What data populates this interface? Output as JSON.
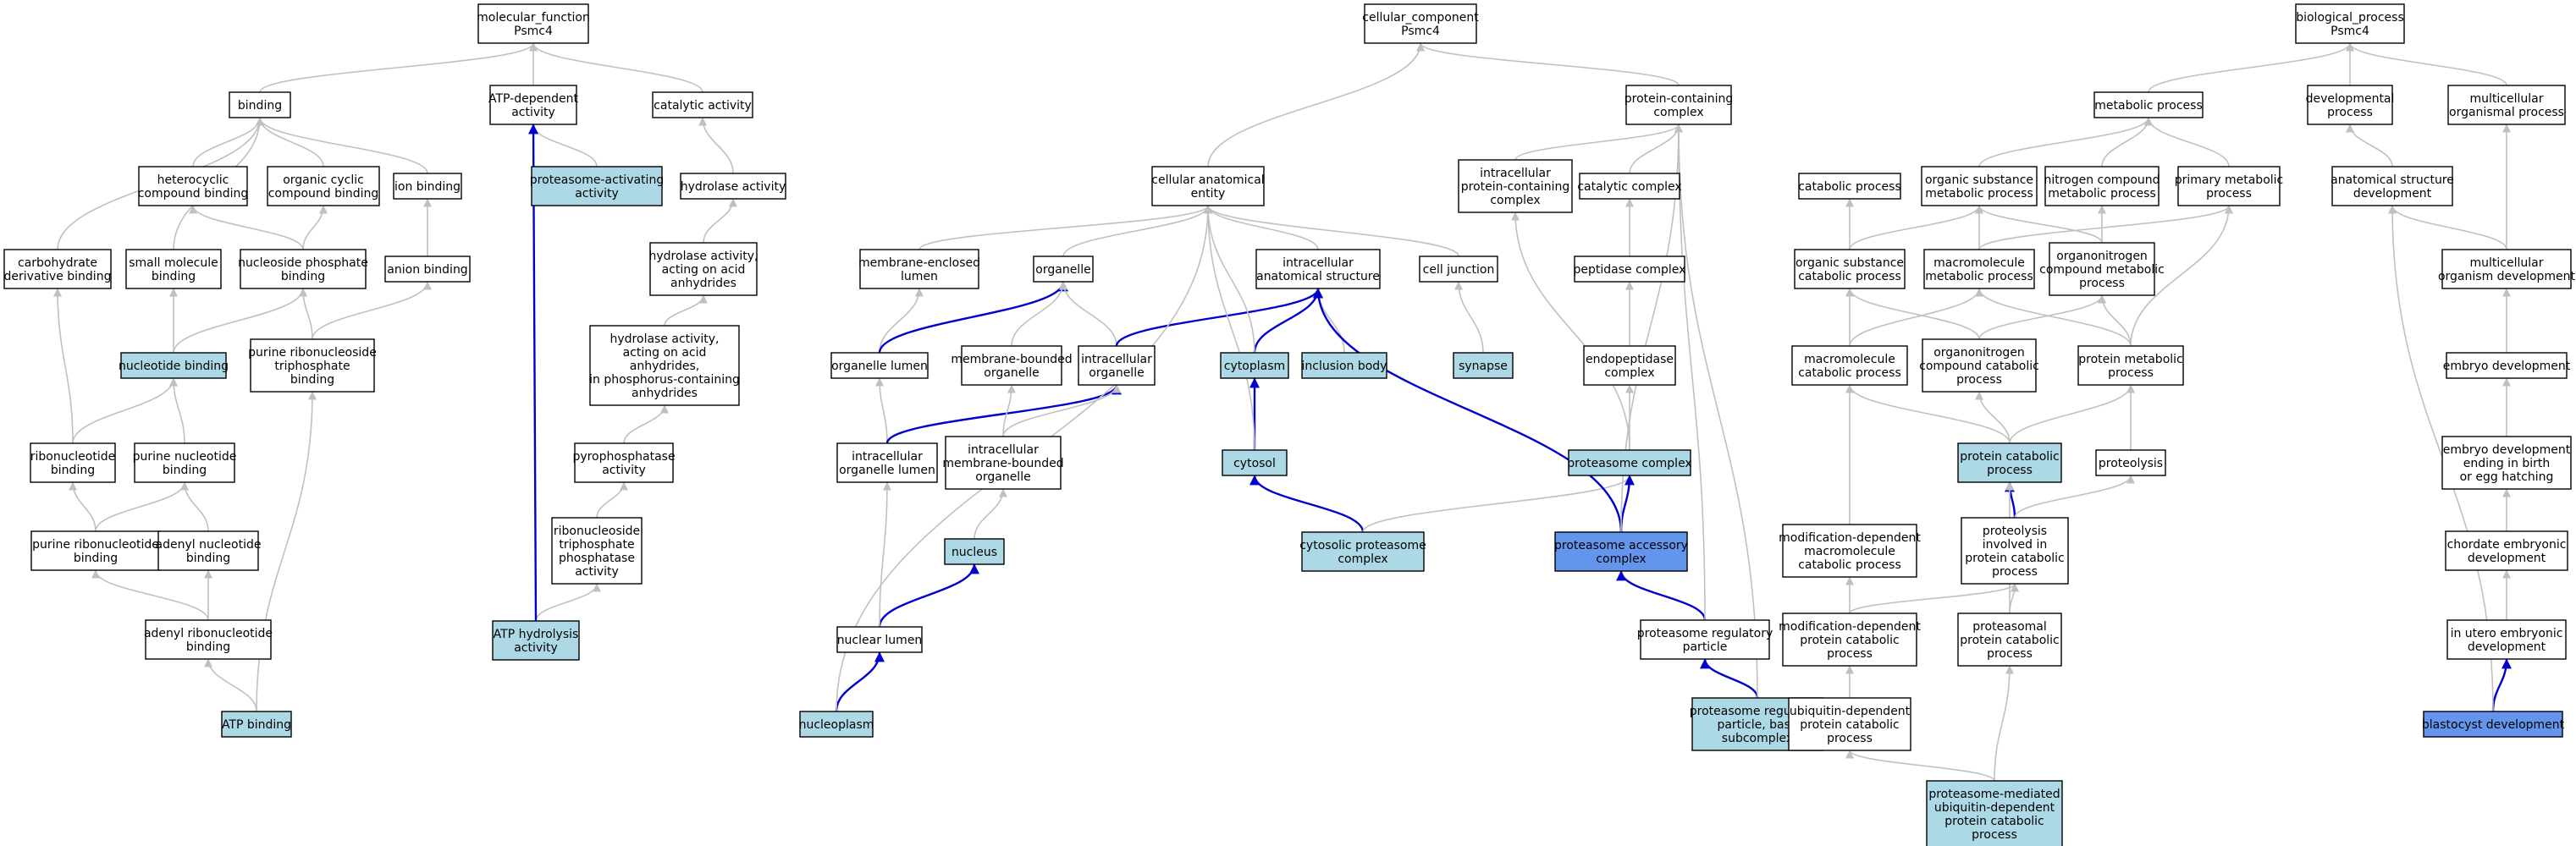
{
  "colors": {
    "plain": "#ffffff",
    "annotated": "#add8e6",
    "highlight": "#6495ed",
    "edge_gray": "#c0c0c0",
    "edge_blue": "#0000cd"
  },
  "nodes": [
    {
      "id": "mf",
      "lines": [
        "molecular_function",
        "Psmc4"
      ],
      "fill": "plain"
    },
    {
      "id": "binding",
      "lines": [
        "binding"
      ],
      "fill": "plain"
    },
    {
      "id": "atpdep",
      "lines": [
        "ATP-dependent",
        "activity"
      ],
      "fill": "plain"
    },
    {
      "id": "catact",
      "lines": [
        "catalytic activity"
      ],
      "fill": "plain"
    },
    {
      "id": "hetcyc",
      "lines": [
        "heterocyclic",
        "compound binding"
      ],
      "fill": "plain"
    },
    {
      "id": "orgcyc",
      "lines": [
        "organic cyclic",
        "compound binding"
      ],
      "fill": "plain"
    },
    {
      "id": "ionbind",
      "lines": [
        "ion binding"
      ],
      "fill": "plain"
    },
    {
      "id": "protact",
      "lines": [
        "proteasome-activating",
        "activity"
      ],
      "fill": "annotated"
    },
    {
      "id": "hydro",
      "lines": [
        "hydrolase activity"
      ],
      "fill": "plain"
    },
    {
      "id": "carbo",
      "lines": [
        "carbohydrate",
        "derivative binding"
      ],
      "fill": "plain"
    },
    {
      "id": "smallmol",
      "lines": [
        "small molecule",
        "binding"
      ],
      "fill": "plain"
    },
    {
      "id": "nucphos",
      "lines": [
        "nucleoside phosphate",
        "binding"
      ],
      "fill": "plain"
    },
    {
      "id": "anion",
      "lines": [
        "anion binding"
      ],
      "fill": "plain"
    },
    {
      "id": "hydroacid",
      "lines": [
        "hydrolase activity,",
        "acting on acid",
        "anhydrides"
      ],
      "fill": "plain"
    },
    {
      "id": "nucbind",
      "lines": [
        "nucleotide binding"
      ],
      "fill": "annotated"
    },
    {
      "id": "purribotri",
      "lines": [
        "purine ribonucleoside",
        "triphosphate",
        "binding"
      ],
      "fill": "plain"
    },
    {
      "id": "hydrophos",
      "lines": [
        "hydrolase activity,",
        "acting on acid",
        "anhydrides,",
        "in phosphorus-containing",
        "anhydrides"
      ],
      "fill": "plain"
    },
    {
      "id": "ribonuc",
      "lines": [
        "ribonucleotide",
        "binding"
      ],
      "fill": "plain"
    },
    {
      "id": "purnuc",
      "lines": [
        "purine nucleotide",
        "binding"
      ],
      "fill": "plain"
    },
    {
      "id": "pyro",
      "lines": [
        "pyrophosphatase",
        "activity"
      ],
      "fill": "plain"
    },
    {
      "id": "purribo",
      "lines": [
        "purine ribonucleotide",
        "binding"
      ],
      "fill": "plain"
    },
    {
      "id": "adenyl",
      "lines": [
        "adenyl nucleotide",
        "binding"
      ],
      "fill": "plain"
    },
    {
      "id": "ribotri",
      "lines": [
        "ribonucleoside",
        "triphosphate",
        "phosphatase",
        "activity"
      ],
      "fill": "plain"
    },
    {
      "id": "adenylribo",
      "lines": [
        "adenyl ribonucleotide",
        "binding"
      ],
      "fill": "plain"
    },
    {
      "id": "atphyd",
      "lines": [
        "ATP hydrolysis",
        "activity"
      ],
      "fill": "annotated"
    },
    {
      "id": "atpbind",
      "lines": [
        "ATP binding"
      ],
      "fill": "annotated"
    },
    {
      "id": "cc",
      "lines": [
        "cellular_component",
        "Psmc4"
      ],
      "fill": "plain"
    },
    {
      "id": "protcont",
      "lines": [
        "protein-containing",
        "complex"
      ],
      "fill": "plain"
    },
    {
      "id": "cellanat",
      "lines": [
        "cellular anatomical",
        "entity"
      ],
      "fill": "plain"
    },
    {
      "id": "intraprot",
      "lines": [
        "intracellular",
        "protein-containing",
        "complex"
      ],
      "fill": "plain"
    },
    {
      "id": "catcomplex",
      "lines": [
        "catalytic complex"
      ],
      "fill": "plain"
    },
    {
      "id": "memencl",
      "lines": [
        "membrane-enclosed",
        "lumen"
      ],
      "fill": "plain"
    },
    {
      "id": "organelle",
      "lines": [
        "organelle"
      ],
      "fill": "plain"
    },
    {
      "id": "intraanat",
      "lines": [
        "intracellular",
        "anatomical structure"
      ],
      "fill": "plain"
    },
    {
      "id": "celljunc",
      "lines": [
        "cell junction"
      ],
      "fill": "plain"
    },
    {
      "id": "pepcomplex",
      "lines": [
        "peptidase complex"
      ],
      "fill": "plain"
    },
    {
      "id": "orglumen",
      "lines": [
        "organelle lumen"
      ],
      "fill": "plain"
    },
    {
      "id": "membound",
      "lines": [
        "membrane-bounded",
        "organelle"
      ],
      "fill": "plain"
    },
    {
      "id": "intraorg",
      "lines": [
        "intracellular",
        "organelle"
      ],
      "fill": "plain"
    },
    {
      "id": "cytoplasm",
      "lines": [
        "cytoplasm"
      ],
      "fill": "annotated"
    },
    {
      "id": "inclusion",
      "lines": [
        "inclusion body"
      ],
      "fill": "annotated"
    },
    {
      "id": "synapse",
      "lines": [
        "synapse"
      ],
      "fill": "annotated"
    },
    {
      "id": "endopep",
      "lines": [
        "endopeptidase",
        "complex"
      ],
      "fill": "plain"
    },
    {
      "id": "intraorglumen",
      "lines": [
        "intracellular",
        "organelle lumen"
      ],
      "fill": "plain"
    },
    {
      "id": "intramem",
      "lines": [
        "intracellular",
        "membrane-bounded",
        "organelle"
      ],
      "fill": "plain"
    },
    {
      "id": "cytosol",
      "lines": [
        "cytosol"
      ],
      "fill": "annotated"
    },
    {
      "id": "protcomplex",
      "lines": [
        "proteasome complex"
      ],
      "fill": "annotated"
    },
    {
      "id": "nucleus",
      "lines": [
        "nucleus"
      ],
      "fill": "annotated"
    },
    {
      "id": "cytoprot",
      "lines": [
        "cytosolic proteasome",
        "complex"
      ],
      "fill": "annotated"
    },
    {
      "id": "protaccess",
      "lines": [
        "proteasome accessory",
        "complex"
      ],
      "fill": "highlight"
    },
    {
      "id": "nuclumen",
      "lines": [
        "nuclear lumen"
      ],
      "fill": "plain"
    },
    {
      "id": "protreg",
      "lines": [
        "proteasome regulatory",
        "particle"
      ],
      "fill": "plain"
    },
    {
      "id": "nucleoplasm",
      "lines": [
        "nucleoplasm"
      ],
      "fill": "annotated"
    },
    {
      "id": "protregbase",
      "lines": [
        "proteasome regulatory",
        "particle, base",
        "subcomplex"
      ],
      "fill": "annotated"
    },
    {
      "id": "bp",
      "lines": [
        "biological_process",
        "Psmc4"
      ],
      "fill": "plain"
    },
    {
      "id": "metab",
      "lines": [
        "metabolic process"
      ],
      "fill": "plain"
    },
    {
      "id": "devproc",
      "lines": [
        "developmental",
        "process"
      ],
      "fill": "plain"
    },
    {
      "id": "multiorg",
      "lines": [
        "multicellular",
        "organismal process"
      ],
      "fill": "plain"
    },
    {
      "id": "catab",
      "lines": [
        "catabolic process"
      ],
      "fill": "plain"
    },
    {
      "id": "orgsubmet",
      "lines": [
        "organic substance",
        "metabolic process"
      ],
      "fill": "plain"
    },
    {
      "id": "nitromet",
      "lines": [
        "nitrogen compound",
        "metabolic process"
      ],
      "fill": "plain"
    },
    {
      "id": "primmet",
      "lines": [
        "primary metabolic",
        "process"
      ],
      "fill": "plain"
    },
    {
      "id": "anatdev",
      "lines": [
        "anatomical structure",
        "development"
      ],
      "fill": "plain"
    },
    {
      "id": "orgsubcat",
      "lines": [
        "organic substance",
        "catabolic process"
      ],
      "fill": "plain"
    },
    {
      "id": "macromet",
      "lines": [
        "macromolecule",
        "metabolic process"
      ],
      "fill": "plain"
    },
    {
      "id": "orgnitromet",
      "lines": [
        "organonitrogen",
        "compound metabolic",
        "process"
      ],
      "fill": "plain"
    },
    {
      "id": "multidev",
      "lines": [
        "multicellular",
        "organism development"
      ],
      "fill": "plain"
    },
    {
      "id": "macrocat",
      "lines": [
        "macromolecule",
        "catabolic process"
      ],
      "fill": "plain"
    },
    {
      "id": "orgnitrocat",
      "lines": [
        "organonitrogen",
        "compound catabolic",
        "process"
      ],
      "fill": "plain"
    },
    {
      "id": "protmet",
      "lines": [
        "protein metabolic",
        "process"
      ],
      "fill": "plain"
    },
    {
      "id": "embdev",
      "lines": [
        "embryo development"
      ],
      "fill": "plain"
    },
    {
      "id": "protcat",
      "lines": [
        "protein catabolic",
        "process"
      ],
      "fill": "annotated"
    },
    {
      "id": "proteolysis",
      "lines": [
        "proteolysis"
      ],
      "fill": "plain"
    },
    {
      "id": "embbirth",
      "lines": [
        "embryo development",
        "ending in birth",
        "or egg hatching"
      ],
      "fill": "plain"
    },
    {
      "id": "moddepmacro",
      "lines": [
        "modification-dependent",
        "macromolecule",
        "catabolic process"
      ],
      "fill": "plain"
    },
    {
      "id": "protinv",
      "lines": [
        "proteolysis",
        "involved in",
        "protein catabolic",
        "process"
      ],
      "fill": "plain"
    },
    {
      "id": "chordate",
      "lines": [
        "chordate embryonic",
        "development"
      ],
      "fill": "plain"
    },
    {
      "id": "moddepprot",
      "lines": [
        "modification-dependent",
        "protein catabolic",
        "process"
      ],
      "fill": "plain"
    },
    {
      "id": "proteasomal",
      "lines": [
        "proteasomal",
        "protein catabolic",
        "process"
      ],
      "fill": "plain"
    },
    {
      "id": "utero",
      "lines": [
        "in utero embryonic",
        "development"
      ],
      "fill": "plain"
    },
    {
      "id": "ubidep",
      "lines": [
        "ubiquitin-dependent",
        "protein catabolic",
        "process"
      ],
      "fill": "plain"
    },
    {
      "id": "blasto",
      "lines": [
        "blastocyst development"
      ],
      "fill": "highlight"
    },
    {
      "id": "protmed",
      "lines": [
        "proteasome-mediated",
        "ubiquitin-dependent",
        "protein catabolic",
        "process"
      ],
      "fill": "annotated"
    }
  ],
  "edges": [
    [
      "binding",
      "mf",
      "gray"
    ],
    [
      "atpdep",
      "mf",
      "gray"
    ],
    [
      "catact",
      "mf",
      "gray"
    ],
    [
      "hetcyc",
      "binding",
      "gray"
    ],
    [
      "orgcyc",
      "binding",
      "gray"
    ],
    [
      "ionbind",
      "binding",
      "gray"
    ],
    [
      "carbo",
      "binding",
      "gray"
    ],
    [
      "smallmol",
      "binding",
      "gray"
    ],
    [
      "protact",
      "atpdep",
      "gray"
    ],
    [
      "hydro",
      "catact",
      "gray"
    ],
    [
      "nucphos",
      "hetcyc",
      "gray"
    ],
    [
      "nucphos",
      "orgcyc",
      "gray"
    ],
    [
      "anion",
      "ionbind",
      "gray"
    ],
    [
      "hydroacid",
      "hydro",
      "gray"
    ],
    [
      "nucbind",
      "nucphos",
      "gray"
    ],
    [
      "nucbind",
      "smallmol",
      "gray"
    ],
    [
      "purribotri",
      "nucphos",
      "gray"
    ],
    [
      "purribotri",
      "anion",
      "gray"
    ],
    [
      "hydrophos",
      "hydroacid",
      "gray"
    ],
    [
      "ribonuc",
      "nucbind",
      "gray"
    ],
    [
      "ribonuc",
      "carbo",
      "gray"
    ],
    [
      "purnuc",
      "nucbind",
      "gray"
    ],
    [
      "pyro",
      "hydrophos",
      "gray"
    ],
    [
      "purribo",
      "ribonuc",
      "gray"
    ],
    [
      "purribo",
      "purnuc",
      "gray"
    ],
    [
      "adenyl",
      "purnuc",
      "gray"
    ],
    [
      "ribotri",
      "pyro",
      "gray"
    ],
    [
      "adenylribo",
      "purribo",
      "gray"
    ],
    [
      "adenylribo",
      "adenyl",
      "gray"
    ],
    [
      "atphyd",
      "ribotri",
      "gray"
    ],
    [
      "atphyd",
      "atpdep",
      "blue"
    ],
    [
      "atpbind",
      "adenylribo",
      "gray"
    ],
    [
      "atpbind",
      "purribotri",
      "gray"
    ],
    [
      "protcont",
      "cc",
      "gray"
    ],
    [
      "cellanat",
      "cc",
      "gray"
    ],
    [
      "intraprot",
      "protcont",
      "gray"
    ],
    [
      "catcomplex",
      "protcont",
      "gray"
    ],
    [
      "memencl",
      "cellanat",
      "gray"
    ],
    [
      "organelle",
      "cellanat",
      "gray"
    ],
    [
      "intraanat",
      "cellanat",
      "gray"
    ],
    [
      "celljunc",
      "cellanat",
      "gray"
    ],
    [
      "pepcomplex",
      "catcomplex",
      "gray"
    ],
    [
      "orglumen",
      "memencl",
      "gray"
    ],
    [
      "orglumen",
      "organelle",
      "blue"
    ],
    [
      "membound",
      "organelle",
      "gray"
    ],
    [
      "intraorg",
      "organelle",
      "gray"
    ],
    [
      "intraorg",
      "intraanat",
      "blue"
    ],
    [
      "cytoplasm",
      "intraanat",
      "blue"
    ],
    [
      "cytoplasm",
      "cellanat",
      "gray"
    ],
    [
      "inclusion",
      "intraanat",
      "gray"
    ],
    [
      "synapse",
      "celljunc",
      "gray"
    ],
    [
      "endopep",
      "pepcomplex",
      "gray"
    ],
    [
      "intraorglumen",
      "orglumen",
      "gray"
    ],
    [
      "intraorglumen",
      "intraorg",
      "blue"
    ],
    [
      "intramem",
      "membound",
      "gray"
    ],
    [
      "intramem",
      "intraorg",
      "gray"
    ],
    [
      "cytosol",
      "cytoplasm",
      "blue"
    ],
    [
      "cytosol",
      "cellanat",
      "gray"
    ],
    [
      "protcomplex",
      "endopep",
      "gray"
    ],
    [
      "protcomplex",
      "intraprot",
      "gray"
    ],
    [
      "nucleus",
      "intramem",
      "gray"
    ],
    [
      "cytoprot",
      "cytosol",
      "blue"
    ],
    [
      "cytoprot",
      "protcomplex",
      "gray"
    ],
    [
      "protaccess",
      "protcomplex",
      "blue"
    ],
    [
      "protaccess",
      "intraanat",
      "blue"
    ],
    [
      "protaccess",
      "protcont",
      "gray"
    ],
    [
      "nuclumen",
      "nucleus",
      "blue"
    ],
    [
      "nuclumen",
      "intraorglumen",
      "gray"
    ],
    [
      "protreg",
      "protaccess",
      "blue"
    ],
    [
      "protreg",
      "protcont",
      "gray"
    ],
    [
      "nucleoplasm",
      "nuclumen",
      "blue"
    ],
    [
      "nucleoplasm",
      "cellanat",
      "gray"
    ],
    [
      "protregbase",
      "protreg",
      "blue"
    ],
    [
      "protregbase",
      "protcont",
      "gray"
    ],
    [
      "metab",
      "bp",
      "gray"
    ],
    [
      "devproc",
      "bp",
      "gray"
    ],
    [
      "multiorg",
      "bp",
      "gray"
    ],
    [
      "orgsubmet",
      "metab",
      "gray"
    ],
    [
      "nitromet",
      "metab",
      "gray"
    ],
    [
      "primmet",
      "metab",
      "gray"
    ],
    [
      "anatdev",
      "devproc",
      "gray"
    ],
    [
      "orgsubcat",
      "catab",
      "gray"
    ],
    [
      "orgsubcat",
      "orgsubmet",
      "gray"
    ],
    [
      "macromet",
      "orgsubmet",
      "gray"
    ],
    [
      "macromet",
      "primmet",
      "gray"
    ],
    [
      "orgnitromet",
      "orgsubmet",
      "gray"
    ],
    [
      "orgnitromet",
      "nitromet",
      "gray"
    ],
    [
      "multidev",
      "multiorg",
      "gray"
    ],
    [
      "multidev",
      "anatdev",
      "gray"
    ],
    [
      "macrocat",
      "orgsubcat",
      "gray"
    ],
    [
      "macrocat",
      "macromet",
      "gray"
    ],
    [
      "orgnitrocat",
      "orgsubcat",
      "gray"
    ],
    [
      "orgnitrocat",
      "orgnitromet",
      "gray"
    ],
    [
      "protmet",
      "macromet",
      "gray"
    ],
    [
      "protmet",
      "orgnitromet",
      "gray"
    ],
    [
      "protmet",
      "primmet",
      "gray"
    ],
    [
      "embdev",
      "multidev",
      "gray"
    ],
    [
      "protcat",
      "macrocat",
      "gray"
    ],
    [
      "protcat",
      "orgnitrocat",
      "gray"
    ],
    [
      "protcat",
      "protmet",
      "gray"
    ],
    [
      "proteolysis",
      "protmet",
      "gray"
    ],
    [
      "embbirth",
      "embdev",
      "gray"
    ],
    [
      "moddepmacro",
      "macrocat",
      "gray"
    ],
    [
      "protinv",
      "protcat",
      "blue"
    ],
    [
      "protinv",
      "proteolysis",
      "gray"
    ],
    [
      "chordate",
      "embbirth",
      "gray"
    ],
    [
      "moddepprot",
      "moddepmacro",
      "gray"
    ],
    [
      "moddepprot",
      "protinv",
      "gray"
    ],
    [
      "proteasomal",
      "protinv",
      "gray"
    ],
    [
      "proteasomal",
      "protcat",
      "gray"
    ],
    [
      "utero",
      "chordate",
      "gray"
    ],
    [
      "ubidep",
      "moddepprot",
      "gray"
    ],
    [
      "blasto",
      "utero",
      "blue"
    ],
    [
      "blasto",
      "anatdev",
      "gray"
    ],
    [
      "protmed",
      "ubidep",
      "gray"
    ],
    [
      "protmed",
      "proteasomal",
      "gray"
    ]
  ]
}
